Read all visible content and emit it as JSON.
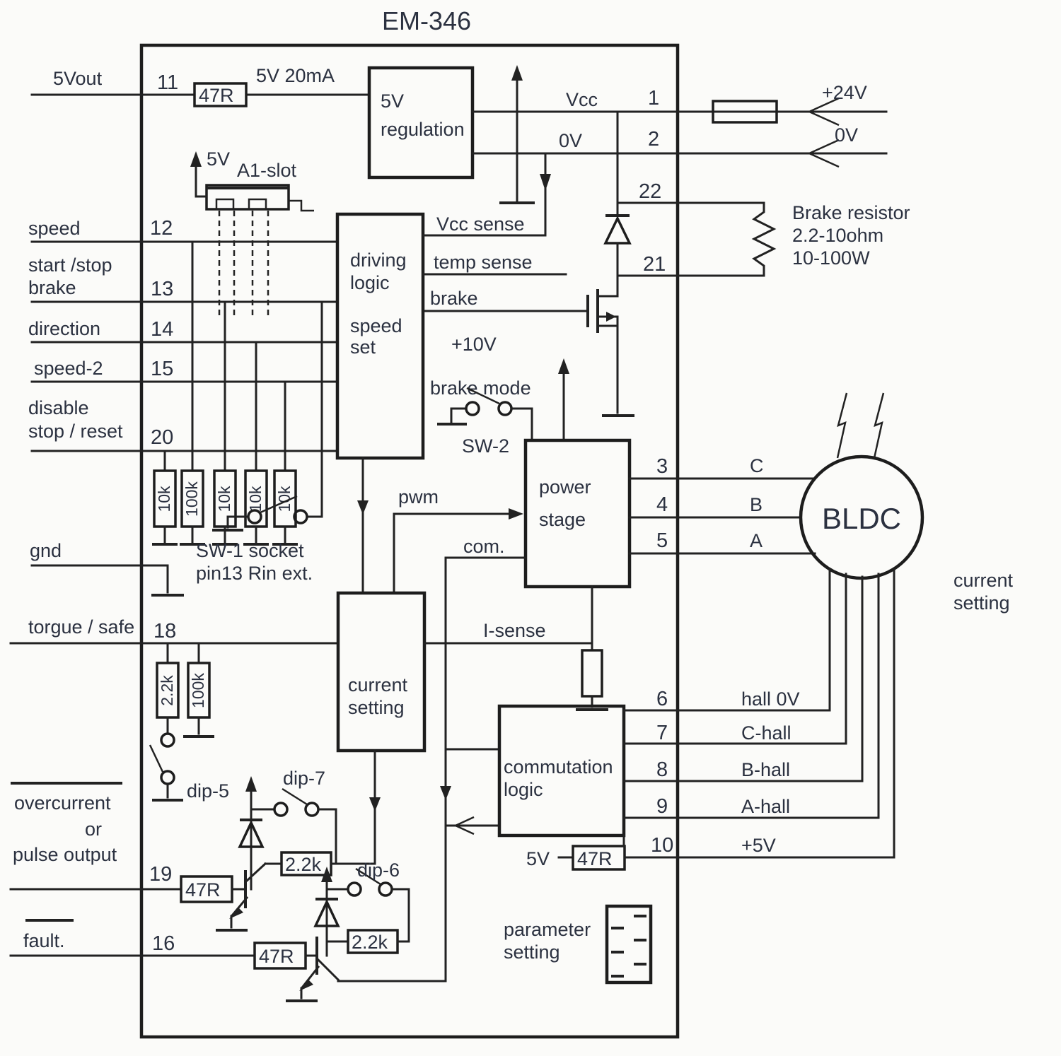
{
  "title": "EM-346",
  "left": {
    "p11": {
      "label": "5Vout",
      "num": "11"
    },
    "p12": {
      "label": "speed",
      "num": "12"
    },
    "p13": {
      "l1": "start /stop",
      "l2": "brake",
      "num": "13"
    },
    "p14": {
      "label": "direction",
      "num": "14"
    },
    "p15": {
      "label": "speed-2",
      "num": "15"
    },
    "p20": {
      "l1": "disable",
      "l2": "stop / reset",
      "num": "20"
    },
    "gnd": "gnd",
    "p18": {
      "label": "torgue / safe",
      "num": "18"
    },
    "p19": {
      "l1": "overcurrent",
      "l2": "or",
      "l3": "pulse output",
      "num": "19"
    },
    "p16": {
      "label": "fault.",
      "num": "16"
    }
  },
  "top": {
    "supply": "5V  20mA",
    "reg1": "5V",
    "reg2": "regulation",
    "a1_5v": "5V",
    "a1": "A1-slot",
    "vcc": "Vcc",
    "n1": "1",
    "zero": "0V",
    "n2": "2",
    "ext24": "+24V",
    "ext0": "0V",
    "n22": "22",
    "n21": "21",
    "br1": "Brake resistor",
    "br2": "2.2-10ohm",
    "br3": "10-100W"
  },
  "blocks": {
    "drv1": "driving",
    "drv2": "logic",
    "drv3": "speed",
    "drv4": "set",
    "pwr1": "power",
    "pwr2": "stage",
    "cur1": "current",
    "cur2": "setting",
    "com1": "commutation",
    "com2": "logic"
  },
  "signals": {
    "vcc_sense": "Vcc sense",
    "temp_sense": "temp sense",
    "brake": "brake",
    "p10v": "+10V",
    "brake_mode": "brake mode",
    "sw2": "SW-2",
    "pwm": "pwm",
    "com": "com.",
    "isense": "I-sense"
  },
  "sw1": {
    "l1": "SW-1 socket",
    "l2": "pin13 Rin ext."
  },
  "dips": {
    "d5": "dip-5",
    "d6": "dip-6",
    "d7": "dip-7"
  },
  "res": {
    "r47": "47R",
    "r2k2": "2.2k",
    "r10k": "10k",
    "r100k": "100k"
  },
  "right": {
    "n3": "3",
    "n4": "4",
    "n5": "5",
    "c": "C",
    "b": "B",
    "a": "A",
    "bldc": "BLDC",
    "cs1": "current",
    "cs2": "setting",
    "n6": "6",
    "n7": "7",
    "n8": "8",
    "n9": "9",
    "n10": "10",
    "h0": "hall 0V",
    "hc": "C-hall",
    "hb": "B-hall",
    "ha": "A-hall",
    "p5v": "+5V",
    "v5": "5V"
  },
  "param": {
    "l1": "parameter",
    "l2": "setting"
  },
  "colors": {
    "ink": "#222222",
    "text": "#2b3140",
    "paper": "#fbfbf9"
  }
}
